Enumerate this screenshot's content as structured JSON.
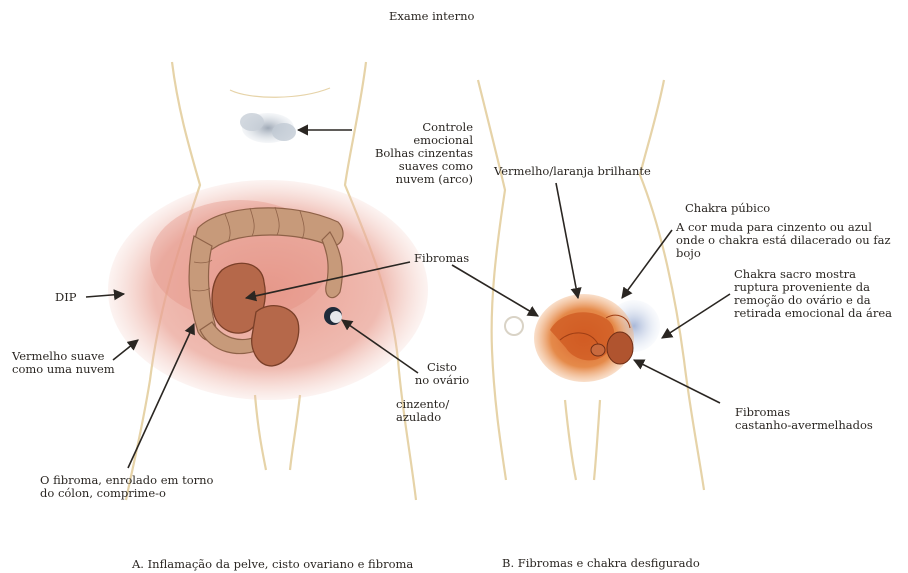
{
  "title": "Exame interno",
  "labels": {
    "controle": "Controle emocional\nBolhas cinzentas\nsuaves como\nnuvem (arco)",
    "vermelho_laranja": "Vermelho/laranja brilhante",
    "chakra_pubico": "Chakra púbico",
    "cor_muda": "A cor muda para cinzento ou azul\nonde o chakra está dilacerado ou faz bojo",
    "fibromas": "Fibromas",
    "chakra_sacro": "Chakra sacro mostra\nruptura proveniente da\nremoção do ovário e da\nretirada emocional da área",
    "dip": "DIP",
    "vermelho_suave": "Vermelho suave\ncomo uma nuvem",
    "cisto": "Cisto\nno ovário",
    "cinzento": "cinzento/\nazulado",
    "fibromas_castanho": "Fibromas\ncastanho-avermelhados",
    "fibroma_colon": "O fibroma, enrolado em torno\ndo cólon, comprime-o"
  },
  "captions": {
    "a": "A. Inflamação da pelve, cisto ovariano e fibroma",
    "b": "B. Fibromas e chakra desfigurado"
  },
  "colors": {
    "skin_outline": "#e6d3a8",
    "red_cloud": "#e08f80",
    "fibroid": "#b5684a",
    "colon": "#c79a7a",
    "gray_blue": "#b8c2cf",
    "orange": "#e0702e",
    "arrow": "#2a2622"
  }
}
